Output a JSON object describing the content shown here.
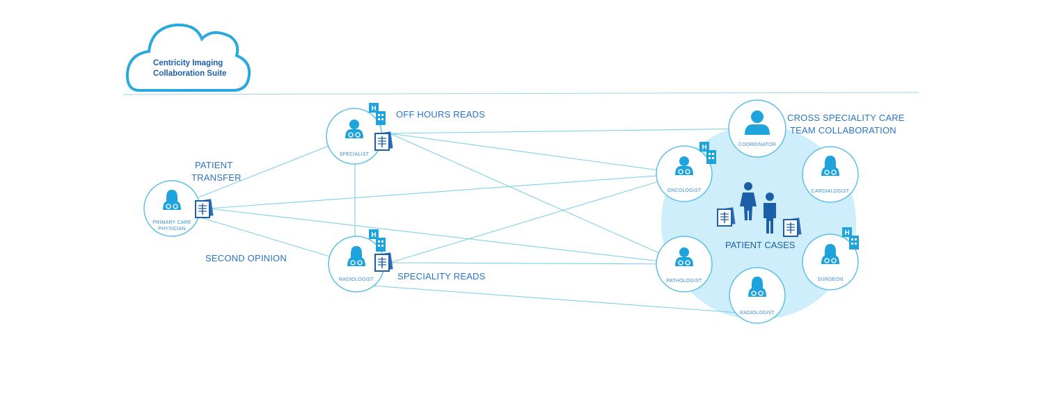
{
  "brand": {
    "line1": "Centricity Imaging",
    "line2": "Collaboration Suite"
  },
  "labels": {
    "patient_transfer_1": "PATIENT",
    "patient_transfer_2": "TRANSFER",
    "second_opinion": "SECOND OPINION",
    "off_hours_reads": "OFF HOURS READS",
    "speciality_reads": "SPECIALITY READS",
    "cross_speciality_1": "CROSS SPECIALITY CARE",
    "cross_speciality_2": "TEAM COLLABORATION",
    "patient_cases": "PATIENT CASES"
  },
  "nodes": {
    "primary_care_1": "PRIMARY CARE",
    "primary_care_2": "PHYSICIAN",
    "specialist": "SPECIALIST",
    "radiologist_left": "RADIOLOGIST",
    "coordinator": "COORDINATOR",
    "oncologist": "ONCOLOGIST",
    "cardialogist": "CARDIALOGIST",
    "pathologist": "PATHOLOGIST",
    "surgeon": "SURGEON",
    "radiologist_right": "RADIOLOGIST"
  },
  "colors": {
    "line": "#7fd0ea",
    "node_stroke": "#5cc0e6",
    "icon": "#1fa3dc",
    "dark_blue": "#1b5fa8",
    "cluster_fill": "#cdeefa"
  }
}
